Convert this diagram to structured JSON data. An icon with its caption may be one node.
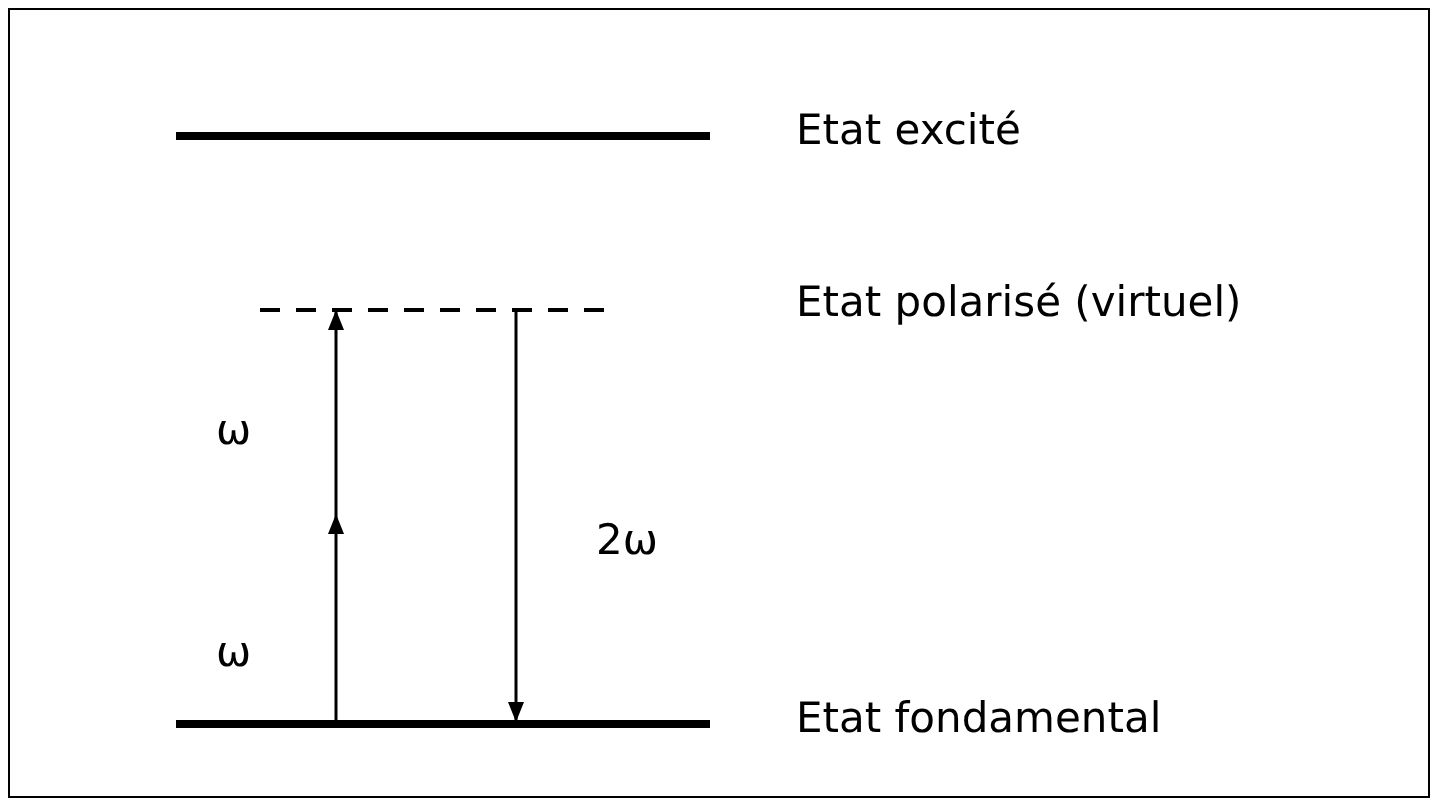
{
  "diagram": {
    "nodes": [
      {
        "text": [],
        "shape": "bar",
        "beside": [
          "Etat excité"
        ]
      },
      {
        "text": [],
        "shape": "line"
      },
      {
        "text": [],
        "shape": "bar",
        "beside": [
          "Etat fondamental"
        ]
      }
    ],
    "edges": [
      {
        "from": 2,
        "to": 1,
        "arrow": "to"
      },
      {
        "from": 1,
        "to": 2,
        "arrow": "to",
        "label": "2ω"
      }
    ],
    "labels": [
      "Etat polarisé (virtuel)",
      "ω",
      "ω"
    ]
  }
}
